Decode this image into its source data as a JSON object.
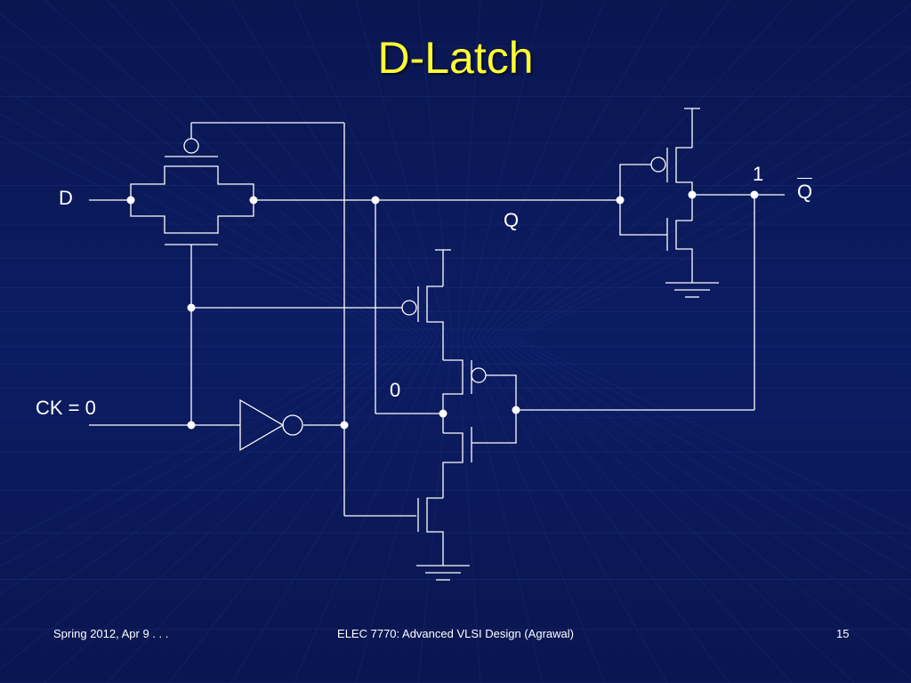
{
  "slide": {
    "title": "D-Latch",
    "background_color": "#0b1a5c",
    "title_color": "#ffff33"
  },
  "circuit": {
    "labels": {
      "d_input": "D",
      "ck_input": "CK = 0",
      "q_node": "Q",
      "q_bar_output": "Q",
      "q_bar_value": "1",
      "node_value": "0"
    }
  },
  "footer": {
    "left": "Spring 2012, Apr 9 . . .",
    "center": "ELEC 7770: Advanced VLSI Design (Agrawal)",
    "right": "15"
  }
}
